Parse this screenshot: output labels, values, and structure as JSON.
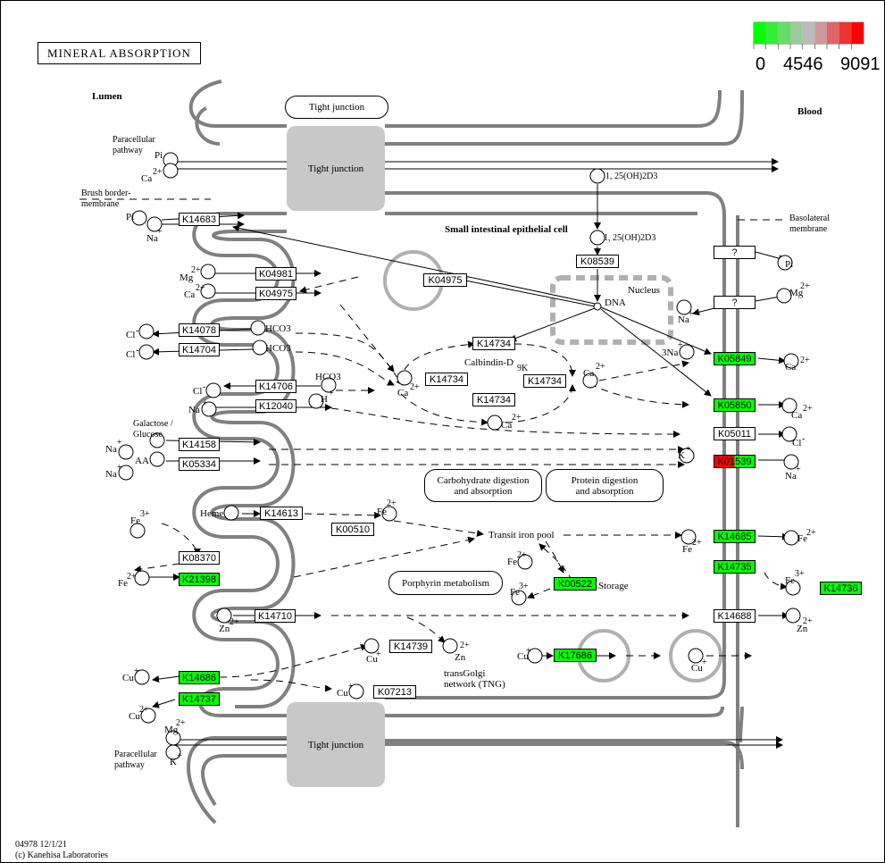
{
  "title": "MINERAL ABSORPTION",
  "legend": {
    "ticks": [
      "0",
      "4546",
      "9091"
    ],
    "colors": [
      "#00ff00",
      "#33ee33",
      "#66dd66",
      "#99cc99",
      "#bbbbbb",
      "#cc9999",
      "#dd6666",
      "#ee3333",
      "#ff0000"
    ]
  },
  "regions": {
    "lumen": "Lumen",
    "blood": "Blood",
    "cell": "Small intestinal epithelial cell",
    "basolateral": "Basolateral\nmembrane",
    "brush_border": "Brush border-\nmembrane",
    "paracellular_top": "Paracellular\npathway",
    "paracellular_bottom": "Paracellular\npathway",
    "nucleus": "Nucleus"
  },
  "labels": {
    "tight_junction_pill": "Tight junction",
    "tight_junction_top": "Tight junction",
    "tight_junction_bottom": "Tight junction",
    "carb_digestion": "Carbohydrate digestion\nand absorption",
    "protein_digestion": "Protein digestion\nand absorption",
    "porphyrin": "Porphyrin metabolism",
    "transit_iron": "Transit iron pool",
    "storage": "Storage",
    "trans_golgi": "transGolgi\nnetwork (TNG)",
    "calbindin": "Calbindin-D",
    "calbindin_sub": "9K",
    "dna": "DNA",
    "vitd_1": "1, 25(OH)2D3",
    "vitd_2": "1, 25(OH)2D3"
  },
  "footer": {
    "line1": "04978 12/1/21",
    "line2": "(c) Kanehisa Laboratories"
  },
  "ko": {
    "K14683": "K14683",
    "K04981": "K04981",
    "K04975a": "K04975",
    "K04975b": "K04975",
    "K14078": "K14078",
    "K14704": "K14704",
    "K14706": "K14706",
    "K12040": "K12040",
    "K14158": "K14158",
    "K05334": "K05334",
    "K14613": "K14613",
    "K00510": "K00510",
    "K08370": "K08370",
    "K21398": "K21398",
    "K14710": "K14710",
    "K14739": "K14739",
    "K14686": "K14686",
    "K14737": "K14737",
    "K07213": "K07213",
    "K08539": "K08539",
    "K14734a": "K14734",
    "K14734b": "K14734",
    "K14734c": "K14734",
    "K14734d": "K14734",
    "K00522": "K00522",
    "K17686": "K17686",
    "Q1": "?",
    "Q2": "?",
    "K05849": "K05849",
    "K05850": "K05850",
    "K05011": "K05011",
    "K01539": "K01539",
    "K14685": "K14685",
    "K14735": "K14735",
    "K14736": "K14736",
    "K14688": "K14688"
  },
  "compounds": {
    "Pi_l1": "Pi",
    "Ca_l1": "Ca",
    "Pi_l2": "Pi",
    "Na_l2": "Na",
    "Mg_l": "Mg",
    "Ca_l2": "Ca",
    "Cl_l1": "Cl",
    "Cl_l2": "Cl",
    "HCO3_1": "HCO3",
    "HCO3_2": "HCO3",
    "HCO3_3": "HCO3",
    "Cl_l3": "Cl",
    "Na_l3": "Na",
    "H": "H",
    "Galactose": "Galactose /\nGlucose",
    "Na_l4": "Na",
    "AA": "AA",
    "Na_l5": "Na",
    "Heme": "Heme",
    "Fe3_l": "Fe",
    "Fe2_l": "Fe",
    "Zn_l": "Zn",
    "Cu_l1": "Cu",
    "Cu_l2": "Cu",
    "Mg_l2": "Mg",
    "K_l": "K",
    "Fe2_c": "Fe",
    "Fe2_c2": "Fe",
    "Fe3_c": "Fe",
    "Cu_c1": "Cu",
    "Cu_c2": "Cu",
    "Zn_c": "Zn",
    "Cu_c3": "Cu",
    "Ca_c1": "Ca",
    "Ca_c2": "Ca",
    "Ca_c3": "Ca",
    "Pi_b": "Pi",
    "Mg_b": "Mg",
    "Na_b1": "Na",
    "Na3_b": "3Na",
    "Ca_b1": "Ca",
    "Ca_b2": "Ca",
    "Cl_b": "Cl",
    "K_b": "K",
    "Na_b2": "Na",
    "Fe2_b": "Fe",
    "Fe2_b2": "Fe",
    "Fe3_b": "Fe",
    "Zn_b": "Zn",
    "Cu_b": "Cu"
  },
  "highlight": {
    "green": "#00ff00",
    "red": "#ff0000",
    "membrane": "#808080",
    "tight_junction": "#c8c8c8"
  }
}
